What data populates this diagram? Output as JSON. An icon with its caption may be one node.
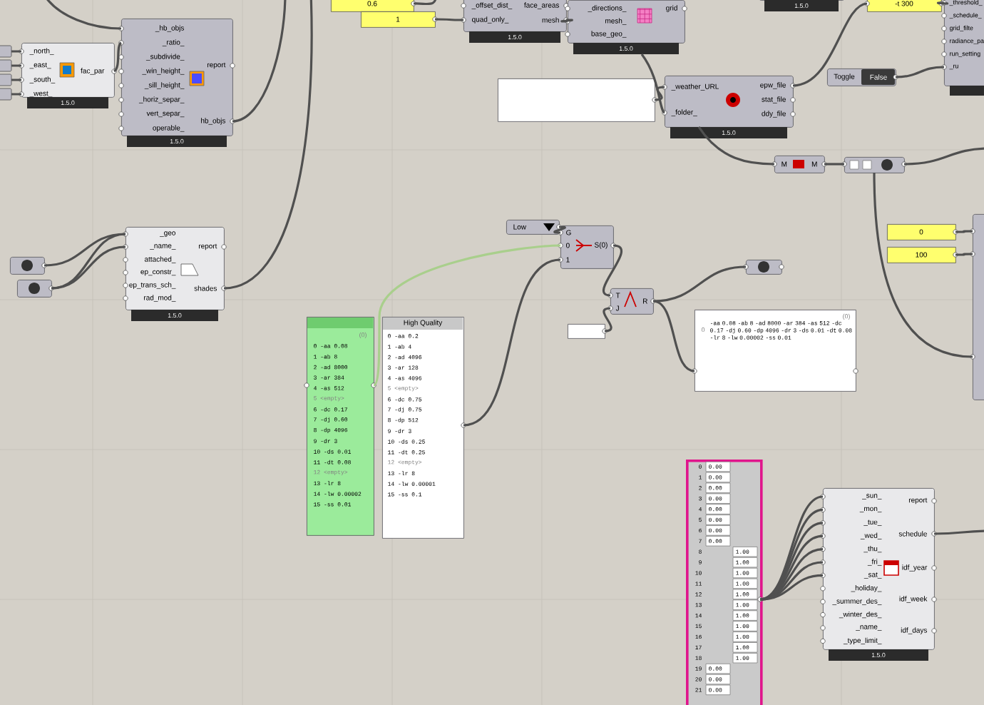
{
  "diagram": {
    "nodes": [
      {
        "text": [
          "_north_",
          "_east_",
          "_south_",
          "_west_",
          "fac_par",
          "1.5.0"
        ]
      },
      {
        "text": [
          "_hb_objs",
          "_ratio_",
          "_subdivide_",
          "_win_height_",
          "_sill_height_",
          "_horiz_separ_",
          "vert_separ_",
          "operable_",
          "report",
          "hb_objs",
          "1.5.0"
        ]
      },
      {
        "text": [
          "0.6"
        ]
      },
      {
        "text": [
          "1"
        ]
      },
      {
        "text": [
          "_offset_dist_",
          "quad_only_",
          "face_areas",
          "mesh",
          "1.5.0"
        ]
      },
      {
        "text": [
          "_directions_",
          "mesh_",
          "base_geo_",
          "grid",
          "1.5.0"
        ]
      },
      {
        "text": [
          "1.5.0"
        ]
      },
      {
        "text": [
          "-t 300"
        ]
      },
      {
        "text": [
          "_threshold_",
          "_schedule_",
          "grid_filte",
          "radiance_pa",
          "run_setting",
          "_ru"
        ]
      },
      {
        "text": [],
        "shape": "box"
      },
      {
        "text": [
          "_weather_URL",
          "_folder_",
          "epw_file",
          "stat_file",
          "ddy_file",
          "1.5.0"
        ]
      },
      {
        "text": [
          "Toggle",
          "False"
        ]
      },
      {
        "text": [
          "M",
          "M"
        ]
      },
      {
        "text": [],
        "shape": "box"
      },
      {
        "text": [
          "0"
        ]
      },
      {
        "text": [
          "100"
        ]
      },
      {
        "text": [],
        "shape": "box"
      },
      {
        "text": [],
        "shape": "box"
      },
      {
        "text": [],
        "shape": "box"
      },
      {
        "text": [
          "_geo",
          "_name_",
          "attached_",
          "ep_constr_",
          "ep_trans_sch_",
          "rad_mod_",
          "report",
          "shades",
          "1.5.0"
        ]
      },
      {
        "text": [
          "Low"
        ]
      },
      {
        "text": [
          "G",
          "0",
          "1",
          "S(0)"
        ]
      },
      {
        "text": [],
        "shape": "box"
      },
      {
        "text": [
          "T",
          "J",
          "R"
        ]
      },
      {
        "text": [],
        "shape": "box"
      },
      {
        "text": [
          "(0)",
          "0",
          "-aa 0.08 -ab 8 -ad 8000 -ar 384 -as 512 -dc 0.17 -dj 0.60 -dp 4096 -dr 3 -ds 0.01 -dt 0.08 -lr 8 -lw 0.00002 -ss 0.01"
        ]
      },
      {
        "text": [
          "(0)",
          "0 -aa 0.08",
          "1 -ab 8",
          "2 -ad 8000",
          "3 -ar 384",
          "4 -as 512",
          "5 <empty>",
          "6 -dc 0.17",
          "7 -dj 0.60",
          "8 -dp 4096",
          "9 -dr 3",
          "10 -ds 0.01",
          "11 -dt 0.08",
          "12 <empty>",
          "13 -lr 8",
          "14 -lw 0.00002",
          "15 -ss 0.01"
        ]
      },
      {
        "text": [
          "High Quality",
          "0 -aa 0.2",
          "1 -ab 4",
          "2 -ad 4096",
          "3 -ar 128",
          "4 -as 4096",
          "5 <empty>",
          "6 -dc 0.75",
          "7 -dj 0.75",
          "8 -dp 512",
          "9 -dr 3",
          "10 -ds 0.25",
          "11 -dt 0.25",
          "12 <empty>",
          "13 -lr 8",
          "14 -lw 0.00001",
          "15 -ss 0.1"
        ]
      },
      {
        "text": [
          "0",
          "0.00",
          "1",
          "0.00",
          "2",
          "0.00",
          "3",
          "0.00",
          "4",
          "0.00",
          "5",
          "0.00",
          "6",
          "0.00",
          "7",
          "0.00",
          "8",
          "1.00",
          "9",
          "1.00",
          "10",
          "1.00",
          "11",
          "1.00",
          "12",
          "1.00",
          "13",
          "1.00",
          "14",
          "1.00",
          "15",
          "1.00",
          "16",
          "1.00",
          "17",
          "1.00",
          "18",
          "1.00",
          "19",
          "0.00",
          "20",
          "0.00",
          "21",
          "0.00"
        ]
      },
      {
        "text": [
          "_sun_",
          "_mon_",
          "_tue_",
          "_wed_",
          "_thu_",
          "_fri_",
          "_sat_",
          "_holiday_",
          "_summer_des_",
          "_winter_des_",
          "_name_",
          "_type_limit_",
          "report",
          "schedule",
          "idf_year",
          "idf_week",
          "idf_days",
          "1.5.0"
        ]
      }
    ],
    "edges": [
      {
        "from": null,
        "to": 0,
        "arrow": "none"
      },
      {
        "from": null,
        "to": 0,
        "arrow": "none"
      },
      {
        "from": null,
        "to": 0,
        "arrow": "none"
      },
      {
        "from": null,
        "to": 0,
        "arrow": "none"
      },
      {
        "from": 0,
        "to": 1,
        "arrow": "none"
      },
      {
        "from": null,
        "to": 1,
        "arrow": "none"
      },
      {
        "from": 1,
        "to": null,
        "arrow": "none"
      },
      {
        "from": 2,
        "to": null,
        "arrow": "none"
      },
      {
        "from": 3,
        "to": 4,
        "arrow": "none"
      },
      {
        "from": 4,
        "to": 5,
        "arrow": "none"
      },
      {
        "from": 5,
        "to": 10,
        "arrow": "none"
      },
      {
        "from": 9,
        "to": 10,
        "arrow": "none"
      },
      {
        "from": 10,
        "to": 7,
        "arrow": "none"
      },
      {
        "from": 7,
        "to": 8,
        "arrow": "none"
      },
      {
        "from": 11,
        "to": 8,
        "arrow": "none"
      },
      {
        "from": 10,
        "to": 12,
        "arrow": "none"
      },
      {
        "from": 12,
        "to": 13,
        "arrow": "none"
      },
      {
        "from": 13,
        "to": null,
        "arrow": "none"
      },
      {
        "from": 13,
        "to": 16,
        "arrow": "none"
      },
      {
        "from": 14,
        "to": 16,
        "arrow": "none"
      },
      {
        "from": 15,
        "to": 16,
        "arrow": "none"
      },
      {
        "from": 17,
        "to": 19,
        "arrow": "none"
      },
      {
        "from": 18,
        "to": 19,
        "arrow": "none"
      },
      {
        "from": 18,
        "to": 19,
        "arrow": "none"
      },
      {
        "from": 19,
        "to": null,
        "arrow": "none"
      },
      {
        "from": 20,
        "to": 21,
        "arrow": "none"
      },
      {
        "from": 26,
        "to": 21,
        "arrow": "none",
        "color": "#a9cf8c"
      },
      {
        "from": 27,
        "to": 21,
        "arrow": "none"
      },
      {
        "from": 21,
        "to": 23,
        "arrow": "none"
      },
      {
        "from": 22,
        "to": 23,
        "arrow": "none"
      },
      {
        "from": 23,
        "to": 24,
        "arrow": "none"
      },
      {
        "from": 23,
        "to": 25,
        "arrow": "none"
      },
      {
        "from": 28,
        "to": 29,
        "arrow": "none"
      },
      {
        "from": 28,
        "to": 29,
        "arrow": "none"
      },
      {
        "from": 28,
        "to": 29,
        "arrow": "none"
      },
      {
        "from": 28,
        "to": 29,
        "arrow": "none"
      },
      {
        "from": 28,
        "to": 29,
        "arrow": "none"
      },
      {
        "from": 28,
        "to": 29,
        "arrow": "none"
      },
      {
        "from": 28,
        "to": 29,
        "arrow": "none"
      },
      {
        "from": 29,
        "to": null,
        "arrow": "none"
      }
    ]
  }
}
